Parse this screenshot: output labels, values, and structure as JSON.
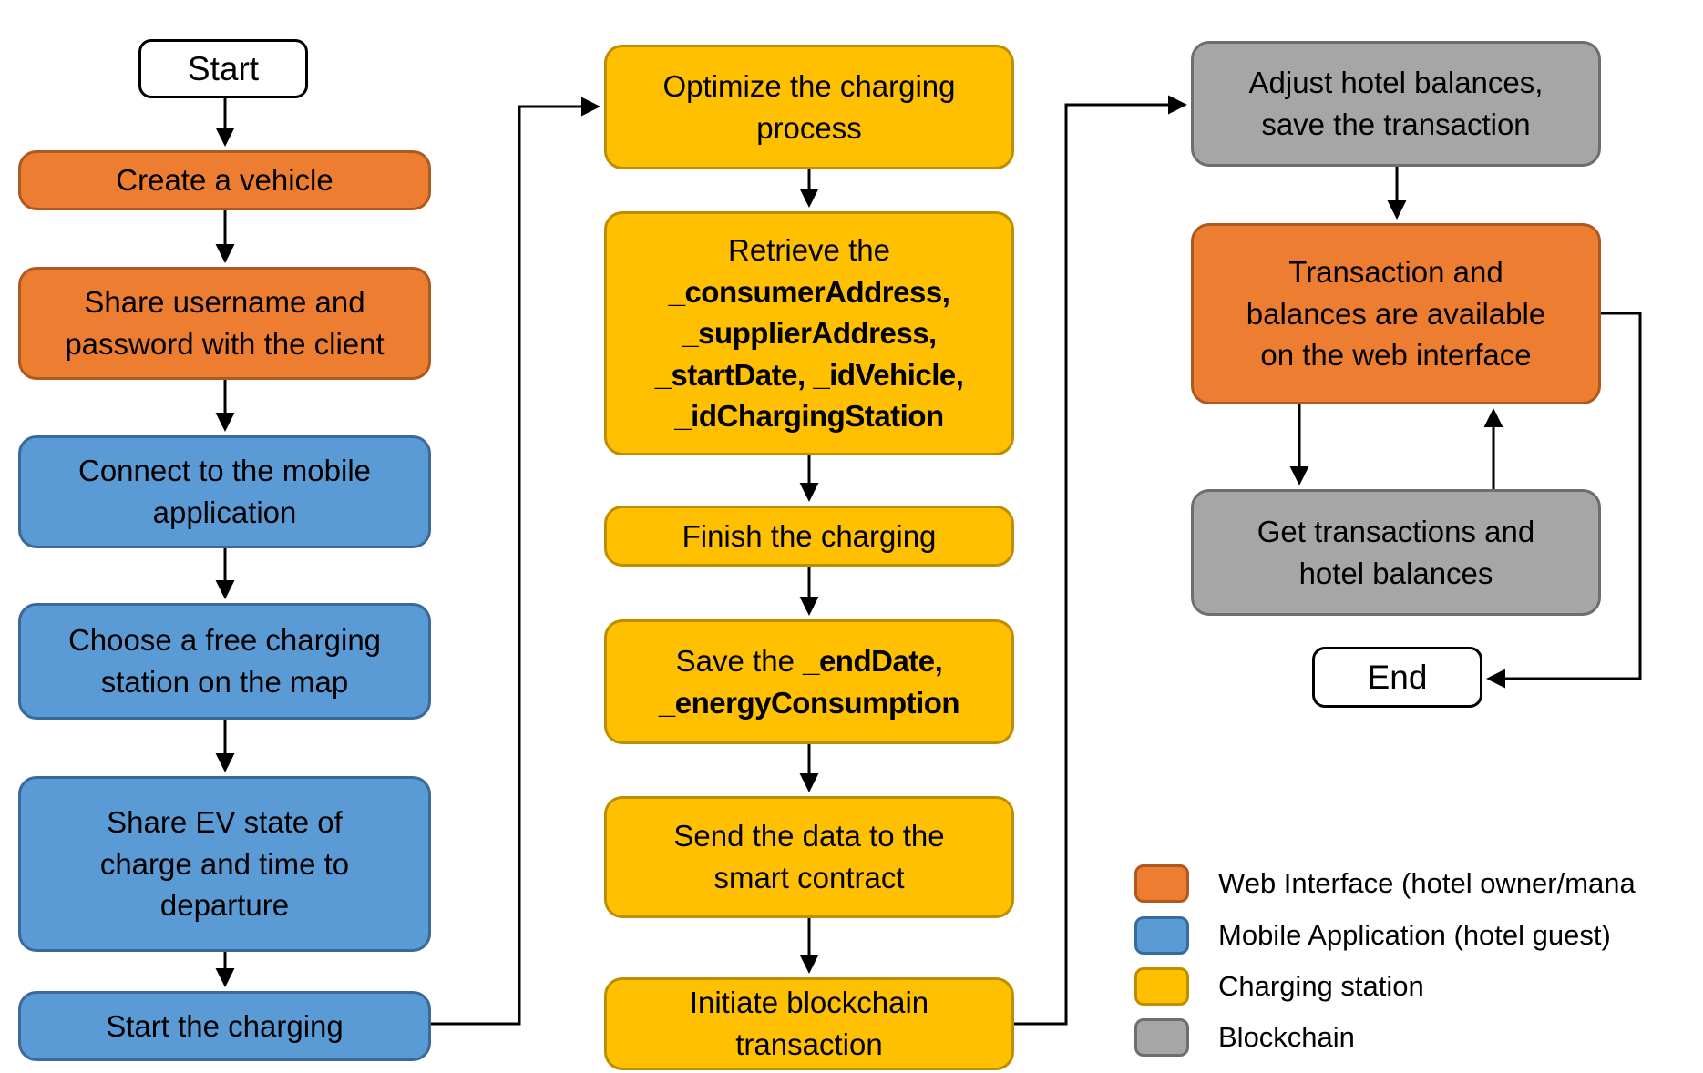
{
  "diagram": {
    "type": "flowchart",
    "nodes": {
      "start": {
        "label": "Start",
        "kind": "terminal"
      },
      "create_vehicle": {
        "label": "Create a vehicle",
        "group": "web-interface"
      },
      "share_credentials": {
        "label": "Share username and\npassword with the client",
        "group": "web-interface"
      },
      "connect_mobile": {
        "label": "Connect to the mobile\napplication",
        "group": "mobile-application"
      },
      "choose_station": {
        "label": "Choose a free charging\nstation on the map",
        "group": "mobile-application"
      },
      "share_ev_state": {
        "label": "Share EV state of\ncharge and time to\ndeparture",
        "group": "mobile-application"
      },
      "start_charging": {
        "label": "Start the charging",
        "group": "mobile-application"
      },
      "optimize": {
        "label": "Optimize the charging\nprocess",
        "group": "charging-station"
      },
      "retrieve": {
        "parts": [
          {
            "text": "Retrieve the\n",
            "bold": false
          },
          {
            "text": "_consumerAddress,\n_supplierAddress,\n_startDate, _idVehicle,\n_idChargingStation",
            "bold": true
          }
        ],
        "group": "charging-station"
      },
      "finish": {
        "label": "Finish the charging",
        "group": "charging-station"
      },
      "save": {
        "parts": [
          {
            "text": "Save the ",
            "bold": false
          },
          {
            "text": "_endDate,\n_energyConsumption",
            "bold": true
          }
        ],
        "group": "charging-station"
      },
      "send_data": {
        "label": "Send the data to the\nsmart contract",
        "group": "charging-station"
      },
      "initiate_tx": {
        "label": "Initiate blockchain\ntransaction",
        "group": "charging-station"
      },
      "adjust_balances": {
        "label": "Adjust hotel balances,\nsave the transaction",
        "group": "blockchain"
      },
      "tx_available": {
        "label": "Transaction and\nbalances are available\non the web interface",
        "group": "web-interface"
      },
      "get_tx": {
        "label": "Get transactions and\nhotel balances",
        "group": "blockchain"
      },
      "end": {
        "label": "End",
        "kind": "terminal"
      }
    },
    "edges": [
      {
        "from": "start",
        "to": "create_vehicle"
      },
      {
        "from": "create_vehicle",
        "to": "share_credentials"
      },
      {
        "from": "share_credentials",
        "to": "connect_mobile"
      },
      {
        "from": "connect_mobile",
        "to": "choose_station"
      },
      {
        "from": "choose_station",
        "to": "share_ev_state"
      },
      {
        "from": "share_ev_state",
        "to": "start_charging"
      },
      {
        "from": "start_charging",
        "to": "optimize"
      },
      {
        "from": "optimize",
        "to": "retrieve"
      },
      {
        "from": "retrieve",
        "to": "finish"
      },
      {
        "from": "finish",
        "to": "save"
      },
      {
        "from": "save",
        "to": "send_data"
      },
      {
        "from": "send_data",
        "to": "initiate_tx"
      },
      {
        "from": "initiate_tx",
        "to": "adjust_balances"
      },
      {
        "from": "adjust_balances",
        "to": "tx_available"
      },
      {
        "from": "tx_available",
        "to": "get_tx"
      },
      {
        "from": "get_tx",
        "to": "tx_available"
      },
      {
        "from": "tx_available",
        "to": "end"
      }
    ],
    "legend": {
      "items": [
        {
          "label": "Web Interface (hotel owner/mana",
          "color": "#ED7D31"
        },
        {
          "label": "Mobile Application (hotel guest)",
          "color": "#5B9BD5"
        },
        {
          "label": "Charging station",
          "color": "#FFC002"
        },
        {
          "label": "Blockchain",
          "color": "#A6A6A6"
        }
      ]
    },
    "colors": {
      "web_interface_fill": "#ED7D31",
      "mobile_application_fill": "#5B9BD5",
      "charging_station_fill": "#FFC002",
      "blockchain_fill": "#A6A6A6",
      "connector": "#000000",
      "background": "#FFFFFF"
    }
  }
}
